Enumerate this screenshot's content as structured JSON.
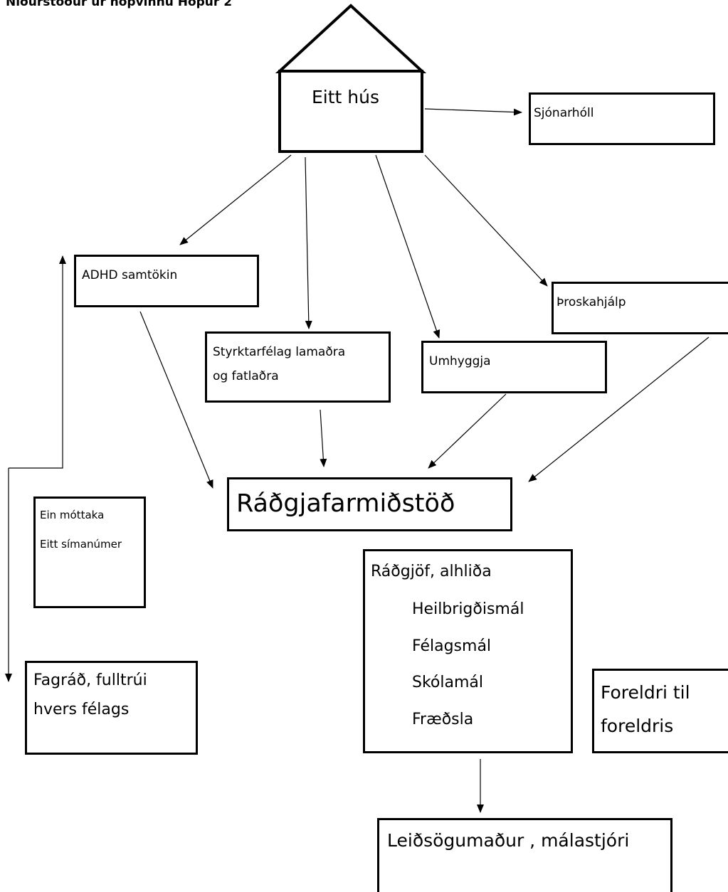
{
  "header": {
    "title": "Niðurstöður úr hópvinnu   Hópur 2"
  },
  "nodes": {
    "hub": "Eitt hús",
    "sjonarholl": "Sjónarhóll",
    "adhd": "ADHD samtökin",
    "styrktarfelag_line1": "Styrktarfélag lamaðra",
    "styrktarfelag_line2": "og fatlaðra",
    "umhyggja": "Umhyggja",
    "throskahjalp": "Þroskahjálp",
    "radgjafarmidstod": "Ráðgjafarmiðstöð",
    "mottaka_line1": "Ein móttaka",
    "mottaka_line2": "Eitt símanúmer",
    "fagrad_line1": "Fagráð, fulltrúi",
    "fagrad_line2": "hvers félags",
    "radgjof": {
      "title": "Ráðgjöf, alhliða",
      "items": [
        "Heilbrigðismál",
        "Félagsmál",
        "Skólamál",
        "Fræðsla"
      ]
    },
    "foreldri_line1": "Foreldri til",
    "foreldri_line2": "foreldris",
    "leidsogumadur": "Leiðsögumaður , málastjóri"
  }
}
